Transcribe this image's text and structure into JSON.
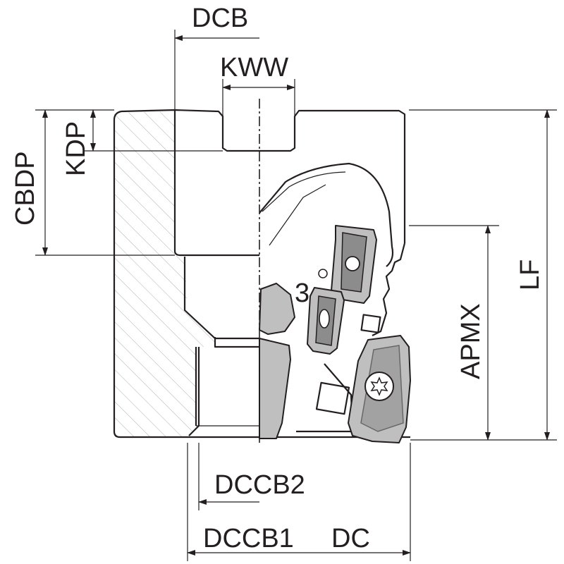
{
  "labels": {
    "dcb": "DCB",
    "kww": "KWW",
    "cbdp": "CBDP",
    "kdp": "KDP",
    "lf": "LF",
    "apmx": "APMX",
    "dccb2": "DCCB2",
    "dccb1": "DCCB1",
    "dc": "DC",
    "insert_number": "3"
  },
  "icons": {
    "screw": "torx-screw-icon"
  },
  "colors": {
    "line": "#231f20",
    "insert_fill": "#bfbfbf",
    "hatch": "#9a9a9a"
  }
}
